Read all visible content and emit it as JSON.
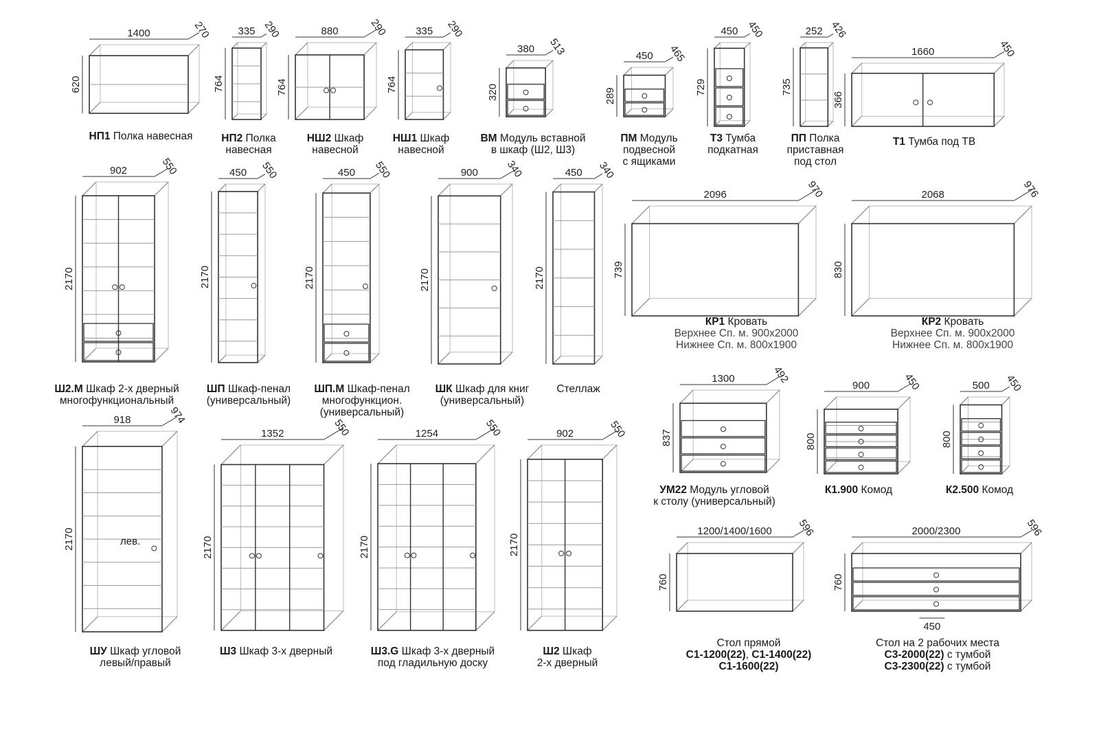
{
  "items": [
    {
      "id": "np1",
      "dims": {
        "width": "1400",
        "depth": "270",
        "height": "620"
      },
      "lines": [
        [
          {
            "text": "НП1",
            "bold": true
          },
          {
            "text": " Полка навесная"
          }
        ]
      ]
    },
    {
      "id": "np2",
      "dims": {
        "width": "335",
        "depth": "290",
        "height": "764"
      },
      "lines": [
        [
          {
            "text": "НП2",
            "bold": true
          },
          {
            "text": " Полка"
          }
        ],
        [
          {
            "text": "навесная"
          }
        ]
      ]
    },
    {
      "id": "nsh2",
      "dims": {
        "width": "880",
        "depth": "290",
        "height": "764"
      },
      "lines": [
        [
          {
            "text": "НШ2",
            "bold": true
          },
          {
            "text": " Шкаф"
          }
        ],
        [
          {
            "text": "навесной"
          }
        ]
      ]
    },
    {
      "id": "nsh1",
      "dims": {
        "width": "335",
        "depth": "290",
        "height": "764"
      },
      "lines": [
        [
          {
            "text": "НШ1",
            "bold": true
          },
          {
            "text": " Шкаф"
          }
        ],
        [
          {
            "text": "навесной"
          }
        ]
      ]
    },
    {
      "id": "vm",
      "dims": {
        "width": "380",
        "depth": "513",
        "height": "320"
      },
      "lines": [
        [
          {
            "text": "ВМ",
            "bold": true
          },
          {
            "text": " Модуль вставной"
          }
        ],
        [
          {
            "text": "в шкаф (Ш2, Ш3)"
          }
        ]
      ]
    },
    {
      "id": "pm",
      "dims": {
        "width": "450",
        "depth": "465",
        "height": "289"
      },
      "lines": [
        [
          {
            "text": "ПМ",
            "bold": true
          },
          {
            "text": " Модуль"
          }
        ],
        [
          {
            "text": "подвесной"
          }
        ],
        [
          {
            "text": "с ящиками"
          }
        ]
      ]
    },
    {
      "id": "t3",
      "dims": {
        "width": "450",
        "depth": "450",
        "height": "729"
      },
      "lines": [
        [
          {
            "text": "Т3",
            "bold": true
          },
          {
            "text": " Тумба"
          }
        ],
        [
          {
            "text": "подкатная"
          }
        ]
      ]
    },
    {
      "id": "pp",
      "dims": {
        "width": "252",
        "depth": "426",
        "height": "735"
      },
      "lines": [
        [
          {
            "text": "ПП",
            "bold": true
          },
          {
            "text": " Полка"
          }
        ],
        [
          {
            "text": "приставная"
          }
        ],
        [
          {
            "text": "под стол"
          }
        ]
      ]
    },
    {
      "id": "t1",
      "dims": {
        "width": "1660",
        "depth": "450",
        "height": "366"
      },
      "lines": [
        [
          {
            "text": "Т1",
            "bold": true
          },
          {
            "text": " Тумба под ТВ"
          }
        ]
      ]
    },
    {
      "id": "sh2m",
      "dims": {
        "width": "902",
        "depth": "550",
        "height": "2170"
      },
      "lines": [
        [
          {
            "text": "Ш2.М",
            "bold": true
          },
          {
            "text": " Шкаф 2-х дверный"
          }
        ],
        [
          {
            "text": "многофункциональный"
          }
        ]
      ]
    },
    {
      "id": "shp",
      "dims": {
        "width": "450",
        "depth": "550",
        "height": "2170"
      },
      "lines": [
        [
          {
            "text": "ШП",
            "bold": true
          },
          {
            "text": " Шкаф-пенал"
          }
        ],
        [
          {
            "text": "(универсальный)"
          }
        ]
      ]
    },
    {
      "id": "shpm",
      "dims": {
        "width": "450",
        "depth": "550",
        "height": "2170"
      },
      "lines": [
        [
          {
            "text": "ШП.М",
            "bold": true
          },
          {
            "text": " Шкаф-пенал"
          }
        ],
        [
          {
            "text": "многофункцион."
          }
        ],
        [
          {
            "text": "(универсальный)"
          }
        ]
      ]
    },
    {
      "id": "shk",
      "dims": {
        "width": "900",
        "depth": "340",
        "height": "2170"
      },
      "lines": [
        [
          {
            "text": "ШК",
            "bold": true
          },
          {
            "text": " Шкаф для книг"
          }
        ],
        [
          {
            "text": "(универсальный)"
          }
        ]
      ]
    },
    {
      "id": "stellazh",
      "dims": {
        "width": "450",
        "depth": "340",
        "height": "2170"
      },
      "lines": [
        [
          {
            "text": "Стеллаж"
          }
        ]
      ]
    },
    {
      "id": "kr1",
      "dims": {
        "width": "2096",
        "depth": "970",
        "height": "739"
      },
      "lines": [
        [
          {
            "text": "КР1",
            "bold": true
          },
          {
            "text": " Кровать"
          }
        ],
        [
          {
            "text": "Верхнее Сп. м. 900x2000",
            "sub": true
          }
        ],
        [
          {
            "text": "Нижнее Сп. м. 800x1900",
            "sub": true
          }
        ]
      ]
    },
    {
      "id": "kr2",
      "dims": {
        "width": "2068",
        "depth": "976",
        "height": "830"
      },
      "lines": [
        [
          {
            "text": "КР2",
            "bold": true
          },
          {
            "text": " Кровать"
          }
        ],
        [
          {
            "text": "Верхнее Сп. м. 900x2000",
            "sub": true
          }
        ],
        [
          {
            "text": "Нижнее Сп. м. 800x1900",
            "sub": true
          }
        ]
      ]
    },
    {
      "id": "shu",
      "dims": {
        "width": "918",
        "depth": "974",
        "height": "2170"
      },
      "note": "лев.",
      "lines": [
        [
          {
            "text": "ШУ",
            "bold": true
          },
          {
            "text": " Шкаф угловой"
          }
        ],
        [
          {
            "text": "левый/правый"
          }
        ]
      ]
    },
    {
      "id": "sh3",
      "dims": {
        "width": "1352",
        "depth": "550",
        "height": "2170"
      },
      "lines": [
        [
          {
            "text": "Ш3",
            "bold": true
          },
          {
            "text": " Шкаф 3-х дверный"
          }
        ]
      ]
    },
    {
      "id": "sh3g",
      "dims": {
        "width": "1254",
        "depth": "550",
        "height": "2170"
      },
      "lines": [
        [
          {
            "text": "Ш3.G",
            "bold": true
          },
          {
            "text": " Шкаф 3-х дверный"
          }
        ],
        [
          {
            "text": "под гладильную доску"
          }
        ]
      ]
    },
    {
      "id": "sh2",
      "dims": {
        "width": "902",
        "depth": "550",
        "height": "2170"
      },
      "lines": [
        [
          {
            "text": "Ш2",
            "bold": true
          },
          {
            "text": " Шкаф"
          }
        ],
        [
          {
            "text": "2-х дверный"
          }
        ]
      ]
    },
    {
      "id": "um22",
      "dims": {
        "width": "1300",
        "depth": "492",
        "height": "837"
      },
      "lines": [
        [
          {
            "text": "УМ22",
            "bold": true
          },
          {
            "text": " Модуль угловой"
          }
        ],
        [
          {
            "text": "к столу (универсальный)"
          }
        ]
      ]
    },
    {
      "id": "k1900",
      "dims": {
        "width": "900",
        "depth": "450",
        "height": "800"
      },
      "lines": [
        [
          {
            "text": "К1.900",
            "bold": true
          },
          {
            "text": " Комод"
          }
        ]
      ]
    },
    {
      "id": "k2500",
      "dims": {
        "width": "500",
        "depth": "450",
        "height": "800"
      },
      "lines": [
        [
          {
            "text": "К2.500",
            "bold": true
          },
          {
            "text": " Комод"
          }
        ]
      ]
    },
    {
      "id": "s1",
      "dims": {
        "width": "1200/1400/1600",
        "depth": "596",
        "height": "760"
      },
      "lines": [
        [
          {
            "text": "Стол прямой"
          }
        ],
        [
          {
            "text": "С1-1200(22)",
            "bold": true
          },
          {
            "text": ", "
          },
          {
            "text": "С1-1400(22)",
            "bold": true
          }
        ],
        [
          {
            "text": "С1-1600(22)",
            "bold": true
          }
        ]
      ]
    },
    {
      "id": "s3",
      "dims": {
        "width": "2000/2300",
        "depth": "596",
        "height": "760",
        "extra": "450"
      },
      "lines": [
        [
          {
            "text": "Стол на 2 рабочих места"
          }
        ],
        [
          {
            "text": "С3-2000(22)",
            "bold": true
          },
          {
            "text": " с тумбой"
          }
        ],
        [
          {
            "text": "С3-2300(22)",
            "bold": true
          },
          {
            "text": " с тумбой"
          }
        ]
      ]
    }
  ]
}
